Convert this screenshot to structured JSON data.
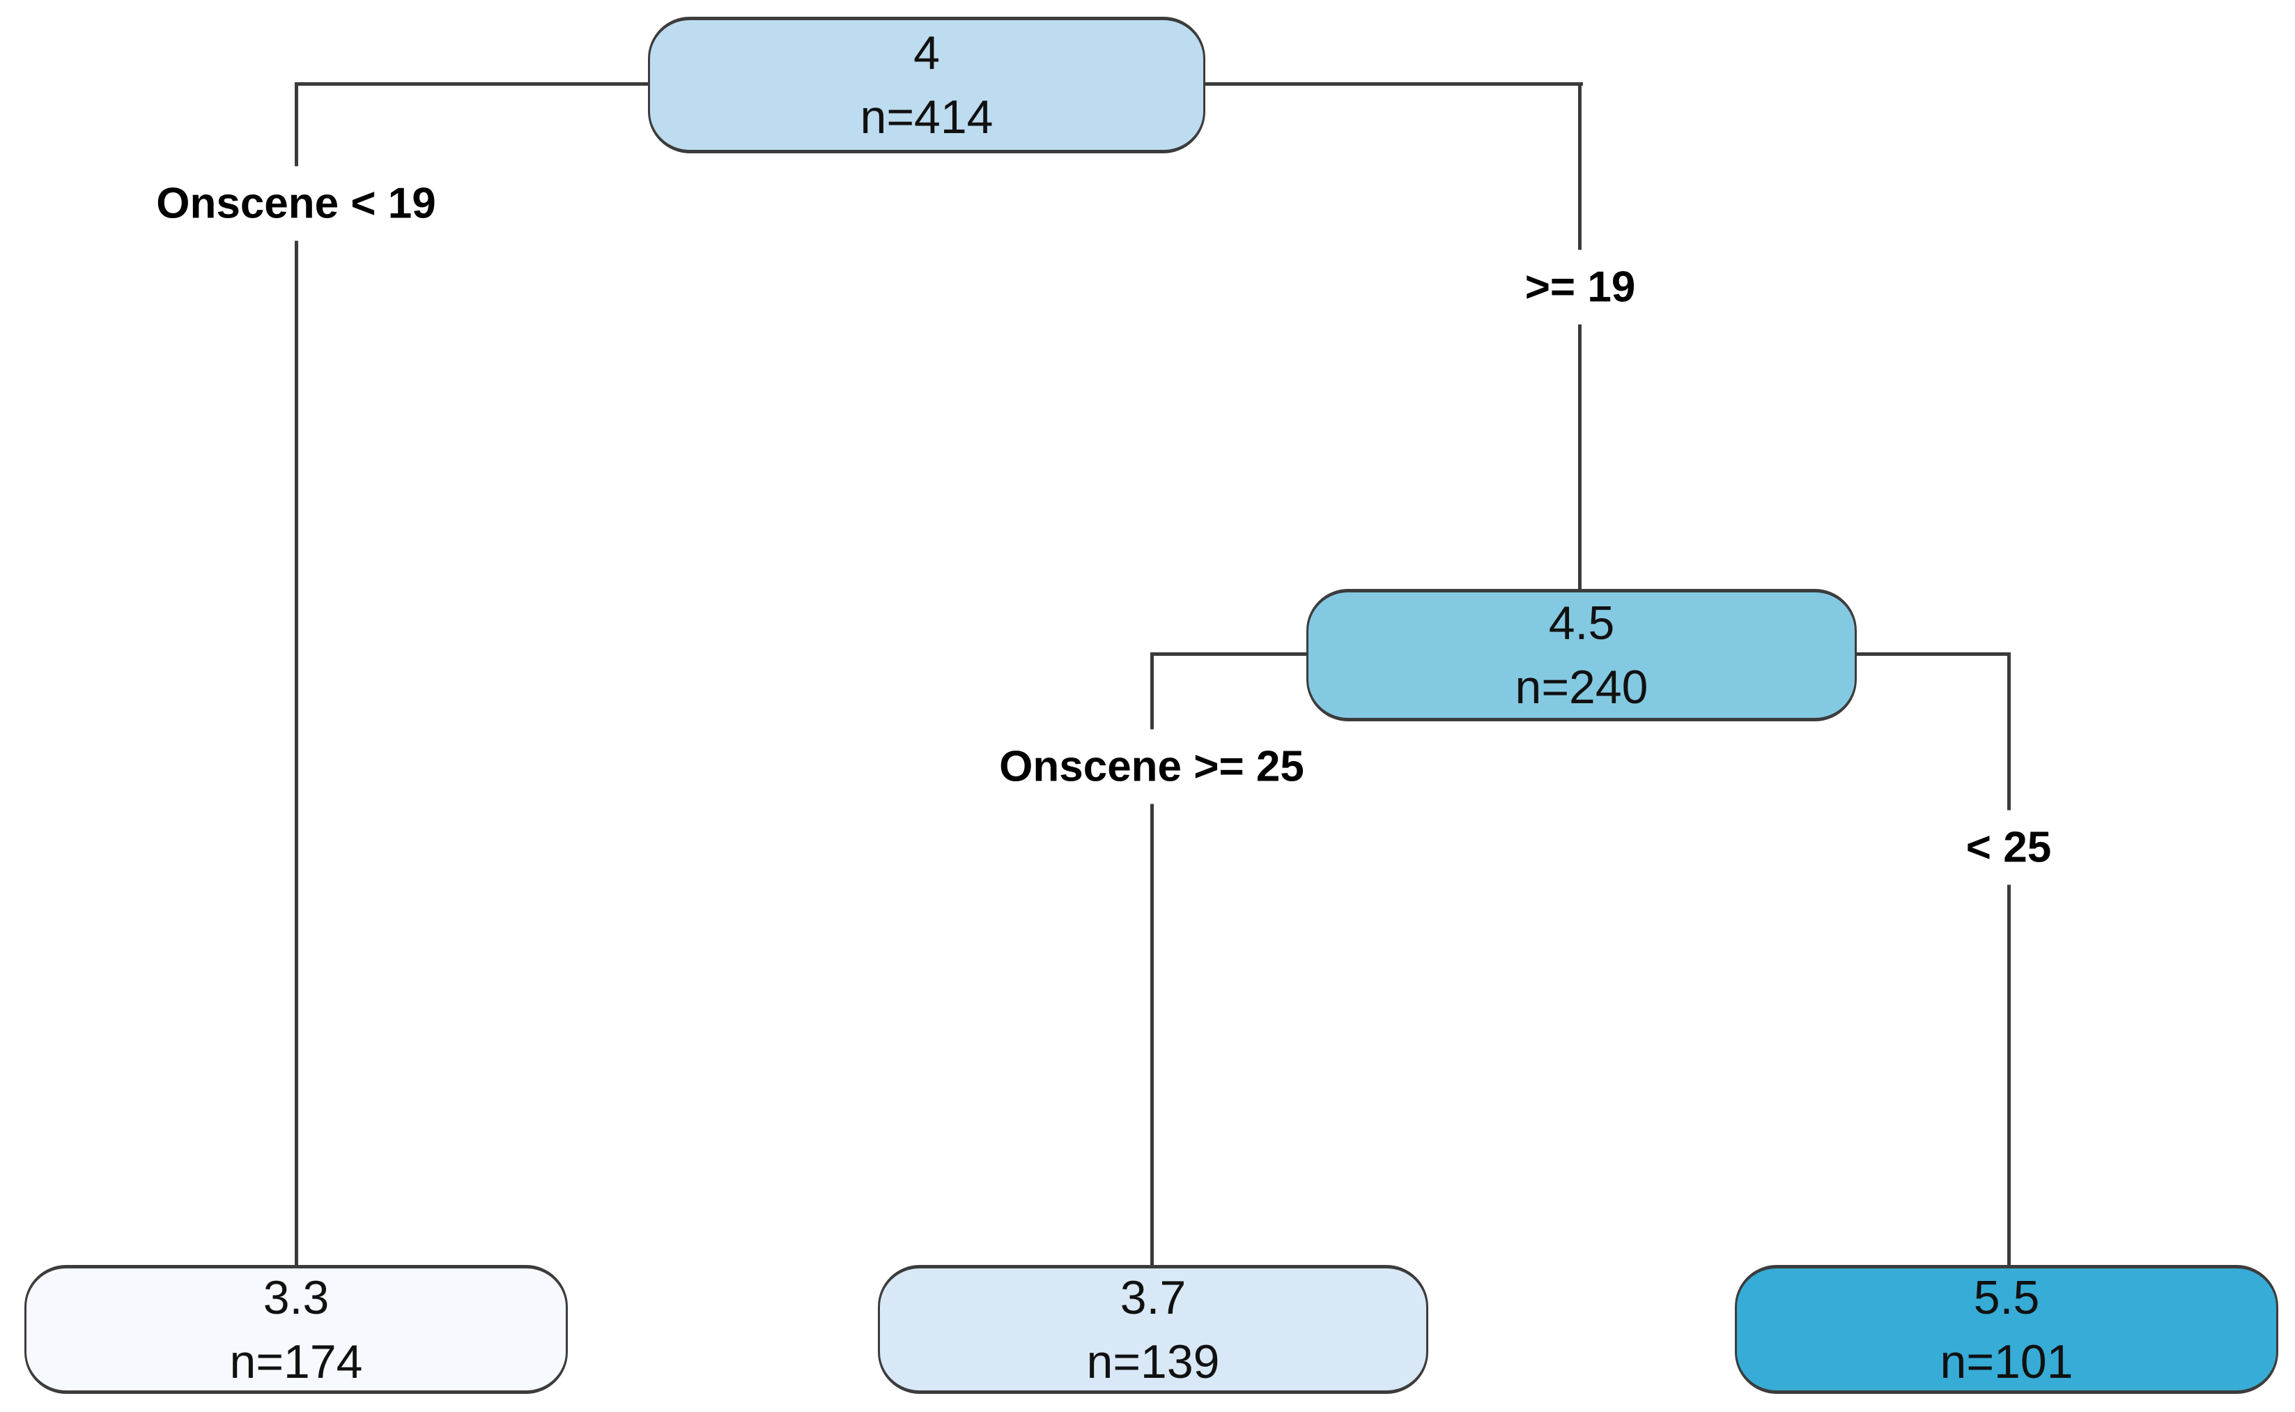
{
  "figure": {
    "background_color": "#ffffff",
    "branch_line_color": "#3a3a3a",
    "node_border_color": "#3c3c3c",
    "text_color": "#000000"
  },
  "chart_data": {
    "type": "decision-tree",
    "split_variable": "Onscene",
    "nodes": [
      {
        "id": "root",
        "value": "4",
        "n": "n=414",
        "fill": "#bedcf0"
      },
      {
        "id": "internal",
        "value": "4.5",
        "n": "n=240",
        "fill": "#84c9e2"
      },
      {
        "id": "leaf-left",
        "value": "3.3",
        "n": "n=174",
        "fill": "#f6f9fd"
      },
      {
        "id": "leaf-middle",
        "value": "3.7",
        "n": "n=139",
        "fill": "#d9e8f6"
      },
      {
        "id": "leaf-right",
        "value": "5.5",
        "n": "n=101",
        "fill": "#36acd7"
      }
    ],
    "edges": [
      {
        "from": "root",
        "to": "leaf-left",
        "label": "Onscene < 19"
      },
      {
        "from": "root",
        "to": "internal",
        "label": ">= 19"
      },
      {
        "from": "internal",
        "to": "leaf-middle",
        "label": "Onscene >= 25"
      },
      {
        "from": "internal",
        "to": "leaf-right",
        "label": "< 25"
      }
    ]
  }
}
